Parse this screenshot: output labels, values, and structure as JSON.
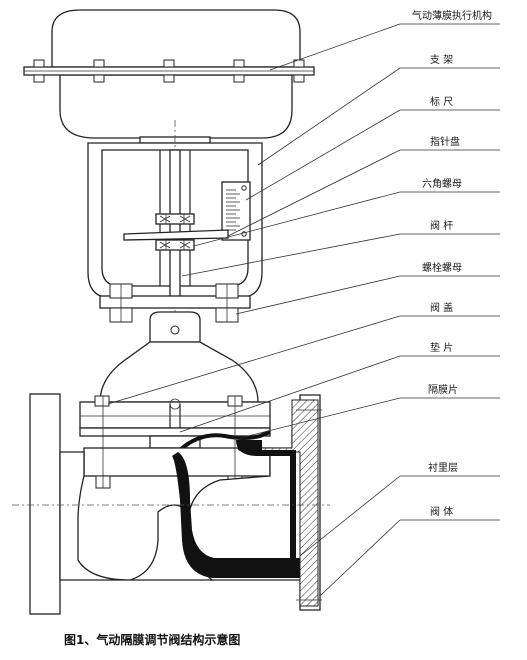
{
  "diagram": {
    "caption": "图1、气动隔膜调节阀结构示意图",
    "labels": [
      {
        "id": "actuator",
        "text": "气动薄膜执行机构"
      },
      {
        "id": "bracket",
        "text": "支 架"
      },
      {
        "id": "scale",
        "text": "标 尺"
      },
      {
        "id": "pointer-plate",
        "text": "指针盘"
      },
      {
        "id": "hex-nut",
        "text": "六角螺母"
      },
      {
        "id": "stem",
        "text": "阀 杆"
      },
      {
        "id": "stud-nut",
        "text": "螺栓螺母"
      },
      {
        "id": "bonnet",
        "text": "阀 盖"
      },
      {
        "id": "gasket",
        "text": "垫 片"
      },
      {
        "id": "diaphragm",
        "text": "隔膜片"
      },
      {
        "id": "lining",
        "text": "衬里层"
      },
      {
        "id": "valve-body",
        "text": "阀 体"
      }
    ]
  }
}
